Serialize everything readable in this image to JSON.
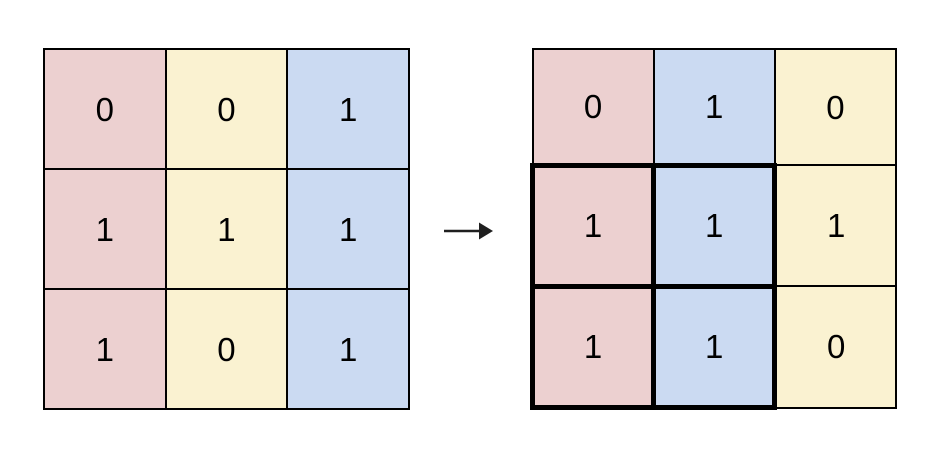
{
  "colors": {
    "cell_pink": "#ecd0d0",
    "cell_blue": "#cbdaf2",
    "cell_yellow": "#faf2d1",
    "grid_line": "#000000",
    "highlight_outline": "#000000",
    "arrow": "#1f1f1f",
    "background": "#ffffff",
    "text": "#000000"
  },
  "arrow": {
    "symbol": "→"
  },
  "grids": {
    "left": {
      "rows": [
        [
          "0",
          "0",
          "1"
        ],
        [
          "1",
          "1",
          "1"
        ],
        [
          "1",
          "0",
          "1"
        ]
      ],
      "cell_colors": [
        [
          "cell_pink",
          "cell_yellow",
          "cell_blue"
        ],
        [
          "cell_pink",
          "cell_yellow",
          "cell_blue"
        ],
        [
          "cell_pink",
          "cell_yellow",
          "cell_blue"
        ]
      ]
    },
    "right": {
      "rows": [
        [
          "0",
          "1",
          "0"
        ],
        [
          "1",
          "1",
          "1"
        ],
        [
          "1",
          "1",
          "0"
        ]
      ],
      "cell_colors": [
        [
          "cell_pink",
          "cell_blue",
          "cell_yellow"
        ],
        [
          "cell_pink",
          "cell_blue",
          "cell_yellow"
        ],
        [
          "cell_pink",
          "cell_blue",
          "cell_yellow"
        ]
      ],
      "highlight_region": {
        "rows": [
          1,
          2
        ],
        "cols": [
          0,
          1
        ]
      }
    }
  }
}
